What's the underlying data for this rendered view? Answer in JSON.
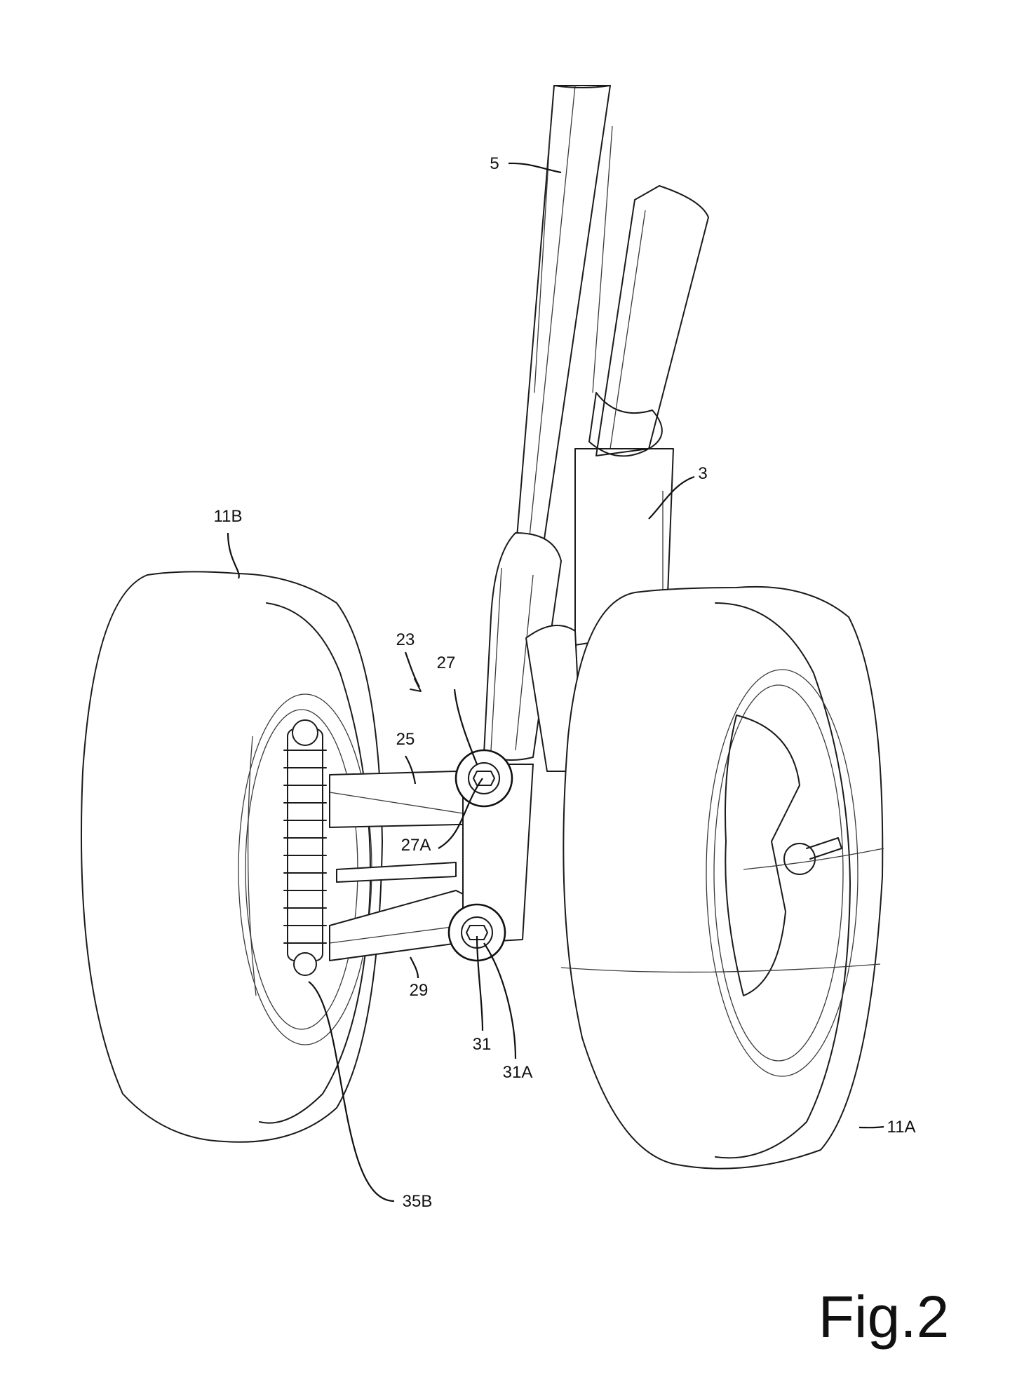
{
  "figure": {
    "title": "Fig.2"
  },
  "labels": {
    "frame_tube": "5",
    "body_frame": "3",
    "wheel_left": "11B",
    "wheel_right": "11A",
    "linkage": "23",
    "upper_pivot": "27",
    "upper_arm": "25",
    "upper_pivot_axis": "27A",
    "lower_arm": "29",
    "lower_pivot": "31",
    "lower_pivot_axis": "31A",
    "shock_absorber": "35B"
  }
}
